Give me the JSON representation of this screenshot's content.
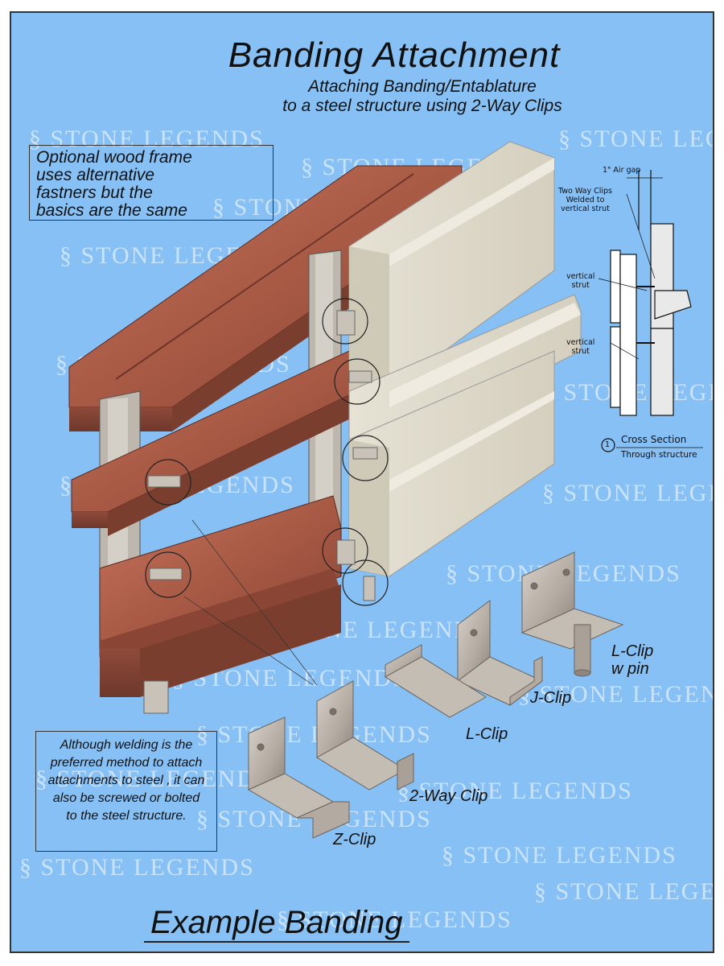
{
  "title": "Banding Attachment",
  "subtitle_line1": "Attaching Banding/Entablature",
  "subtitle_line2": "to a steel structure  using 2-Way Clips",
  "note_wood": [
    "Optional wood frame",
    "uses  alternative",
    "fastners but the",
    "basics are the same"
  ],
  "note_welding": "Although welding is the preferred method to attach attachments to steel , it can also be screwed or bolted to the steel structure.",
  "watermark": "STONE LEGENDS",
  "cross_section": {
    "air_gap": "1\" Air gap",
    "clips_note": [
      "Two Way Clips",
      "Welded to",
      "vertical strut"
    ],
    "strut1": [
      "vertical",
      "strut"
    ],
    "strut2": [
      "vertical",
      "strut"
    ],
    "detail_number": "1",
    "detail_title": "Cross Section",
    "detail_subtitle": "Through structure"
  },
  "clips": {
    "l_clip_pin": [
      "L-Clip",
      "w pin"
    ],
    "j_clip": "J-Clip",
    "l_clip": "L-Clip",
    "two_way_clip": "2-Way Clip",
    "z_clip": "Z-Clip"
  },
  "footer_title": "Example Banding"
}
